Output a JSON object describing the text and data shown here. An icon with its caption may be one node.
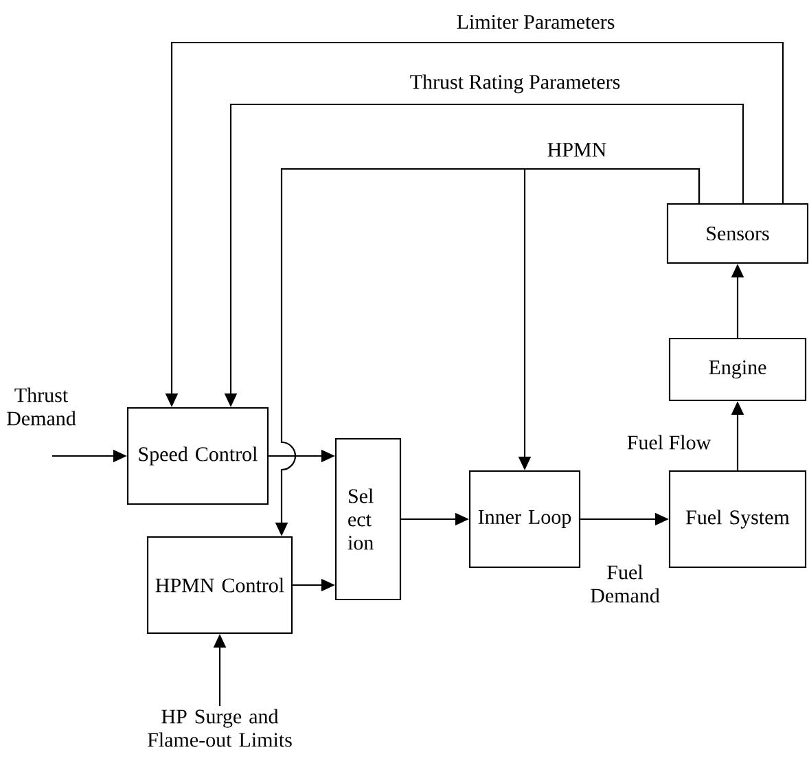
{
  "diagram": {
    "nodes": [
      {
        "text": [
          "Speed Control"
        ]
      },
      {
        "text": [
          "HPMN Control"
        ]
      },
      {
        "text": [
          "Sel ect ion"
        ]
      },
      {
        "text": [
          "Inner Loop"
        ]
      },
      {
        "text": [
          "Fuel System"
        ]
      },
      {
        "text": [
          "Engine"
        ]
      },
      {
        "text": [
          "Sensors"
        ]
      },
      {
        "text": [
          "HP Surge and Flame-out Limits"
        ]
      }
    ],
    "edges": [
      {
        "from": null,
        "to": 0,
        "arrow": "to"
      },
      {
        "from": 6,
        "to": 0,
        "arrow": "to",
        "label": "Limiter Parameters"
      },
      {
        "from": 6,
        "to": 0,
        "arrow": "to",
        "label": "Thrust Rating Parameters"
      },
      {
        "from": 6,
        "to": 1,
        "arrow": "to",
        "label": "HPMN"
      },
      {
        "from": 6,
        "to": 3,
        "arrow": "to"
      },
      {
        "from": 0,
        "to": 2,
        "arrow": "to"
      },
      {
        "from": 1,
        "to": 2,
        "arrow": "to"
      },
      {
        "from": 2,
        "to": 3,
        "arrow": "to"
      },
      {
        "from": 3,
        "to": 4,
        "arrow": "to",
        "label": "Fuel Demand"
      },
      {
        "from": 4,
        "to": 5,
        "arrow": "to",
        "label": "Fuel Flow"
      },
      {
        "from": 5,
        "to": 6,
        "arrow": "to"
      },
      {
        "from": 7,
        "to": 1,
        "arrow": "to"
      }
    ],
    "labels": [
      "Thrust Demand"
    ]
  }
}
